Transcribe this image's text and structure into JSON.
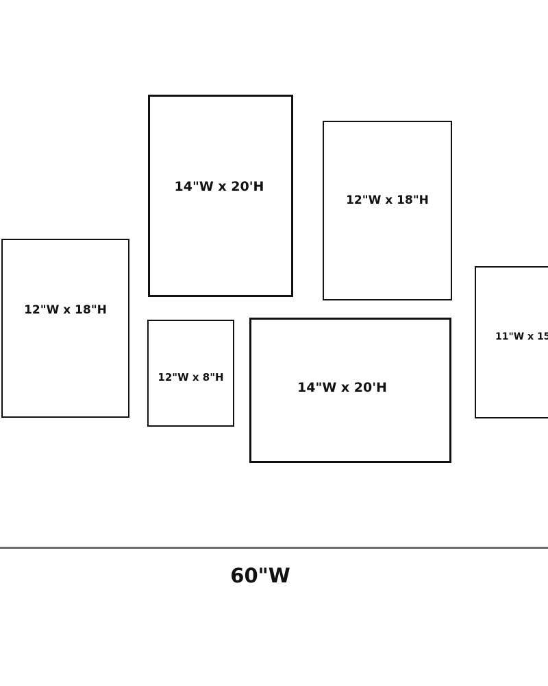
{
  "frames": [
    {
      "id": "f1",
      "label": "12\"W x 18\"H"
    },
    {
      "id": "f2",
      "label": "14\"W x 20'H"
    },
    {
      "id": "f3",
      "label": "12\"W x 18\"H"
    },
    {
      "id": "f4",
      "label": "12\"W x 8\"H"
    },
    {
      "id": "f5",
      "label": "14\"W x 20'H"
    },
    {
      "id": "f6",
      "label": "11\"W x 15"
    }
  ],
  "wall": {
    "width_label": "60\"W"
  },
  "colors": {
    "frame_border": "#111111",
    "wall_line": "#6b6b6b",
    "background": "#ffffff"
  }
}
